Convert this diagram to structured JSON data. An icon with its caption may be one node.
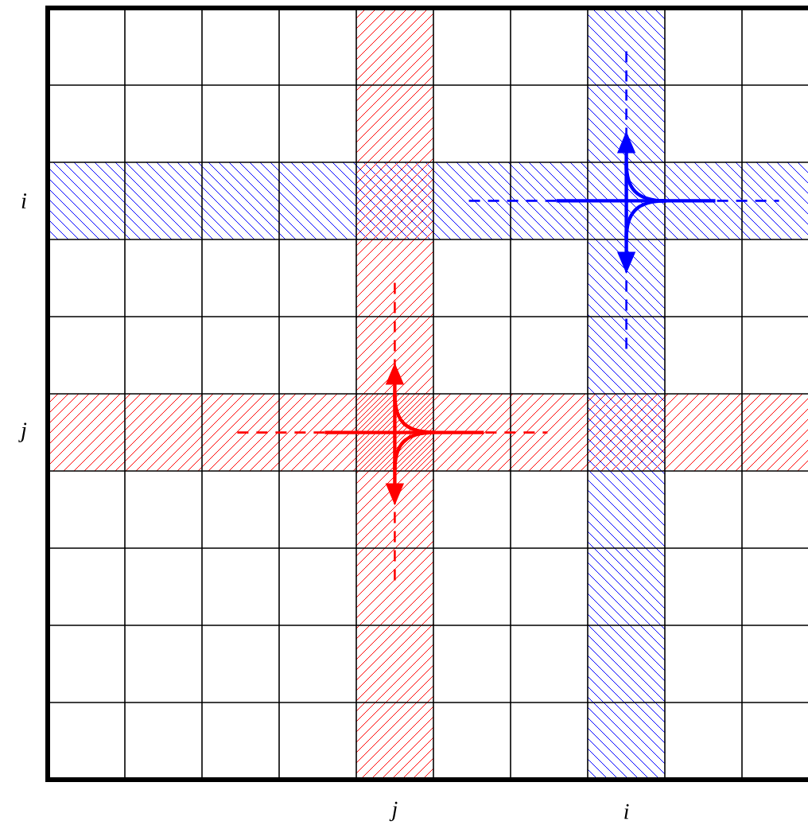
{
  "diagram": {
    "labels": [
      "i",
      "j",
      "j",
      "i"
    ]
  }
}
